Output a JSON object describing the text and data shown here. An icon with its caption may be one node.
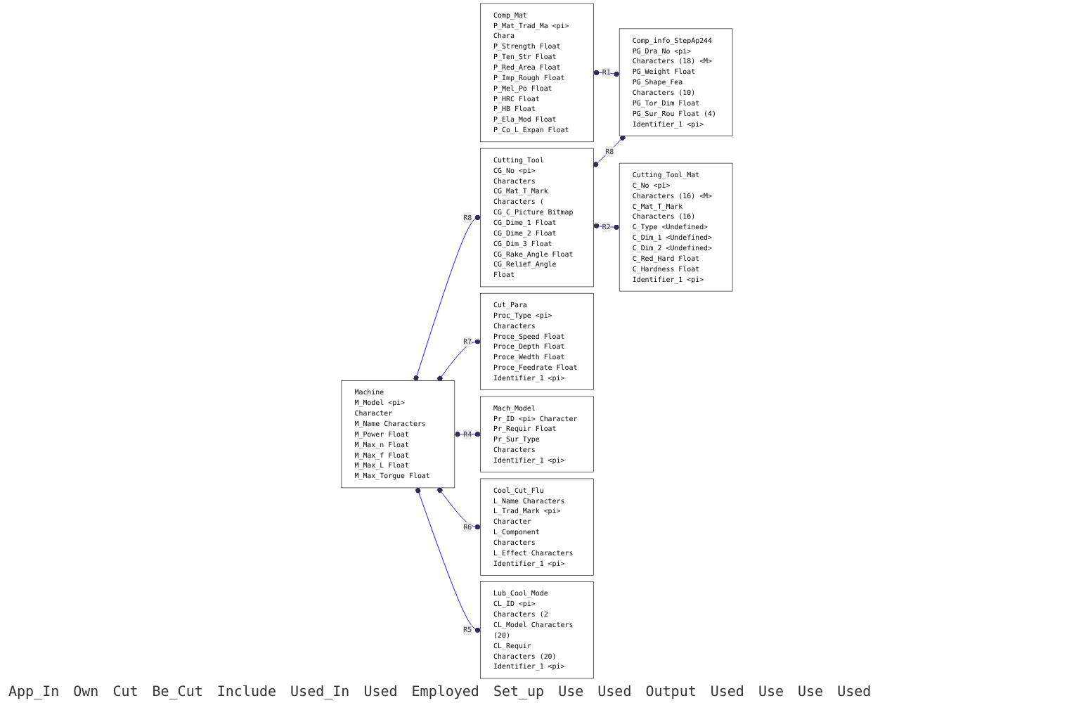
{
  "diagram": {
    "nodes": [
      {
        "text": [
          "Comp_Mat",
          "P_Mat_Trad_Ma <pi> Chara",
          "P_Strength Float",
          "P_Ten_Str Float",
          "P_Red_Area Float",
          "P_Imp_Rough Float",
          "P_Mel_Po Float",
          "P_HRC Float",
          "P_HB Float",
          "P_Ela_Mod Float",
          "P_Co_L_Expan Float"
        ]
      },
      {
        "text": [
          "Comp_info_StepAp244",
          "PG_Dra_No <pi> Characters (18) <M>",
          "PG_Weight Float",
          "PG_Shape_Fea Characters (10)",
          "PG_Tor_Dim Float",
          "PG_Sur_Rou Float (4)",
          "Identifier_1 <pi>"
        ]
      },
      {
        "text": [
          "Cutting_Tool",
          "CG_No <pi> Characters",
          "CG_Mat_T_Mark Characters (",
          "CG_C_Picture Bitmap",
          "CG_Dime_1 Float",
          "CG_Dime_2 Float",
          "CG_Dim_3 Float",
          "CG_Rake_Angle Float",
          "CG_Relief_Angle Float"
        ]
      },
      {
        "text": [
          "Cutting_Tool_Mat",
          "C_No <pi> Characters (16) <M>",
          "C_Mat_T_Mark Characters (16)",
          "C_Type <Undefined>",
          "C_Dim_1 <Undefined>",
          "C_Dim_2 <Undefined>",
          "C_Red_Hard Float",
          "C_Hardness Float",
          "Identifier_1 <pi>"
        ]
      },
      {
        "text": [
          "Cut_Para",
          "Proc_Type <pi> Characters",
          "Proce_Speed Float",
          "Proce_Depth Float",
          "Proce_Wedth Float",
          "Proce_Feedrate Float",
          "Identifier_1 <pi>"
        ]
      },
      {
        "text": [
          "Mach_Model",
          "Pr_ID <pi> Character",
          "Pr_Requir Float",
          "Pr_Sur_Type Characters",
          "Identifier_1 <pi>"
        ]
      },
      {
        "text": [
          "Machine",
          "M_Model <pi> Character",
          "M_Name Characters",
          "M_Power Float",
          "M_Max_n Float",
          "M_Max_f Float",
          "M_Max_L Float",
          "M_Max_Torgue Float"
        ]
      },
      {
        "text": [
          "Cool_Cut_Flu",
          "L_Name Characters",
          "L_Trad_Mark <pi> Character",
          "L_Component Characters",
          "L_Effect Characters",
          "Identifier_1 <pi>"
        ]
      },
      {
        "text": [
          "Lub_Cool_Mode",
          "CL_ID <pi> Characters (2",
          "CL_Model Characters (20)",
          "CL_Requir Characters (20)",
          "Identifier_1 <pi>"
        ]
      }
    ],
    "edges": [
      {
        "from": 0,
        "to": 1,
        "arrow": "other",
        "label": "R1"
      },
      {
        "from": 2,
        "to": 1,
        "arrow": "other",
        "label": "R8"
      },
      {
        "from": 2,
        "to": 3,
        "arrow": "other",
        "label": "R2"
      },
      {
        "from": 6,
        "to": 2,
        "arrow": "other",
        "label": "R8"
      },
      {
        "from": 6,
        "to": 4,
        "arrow": "other",
        "label": "R7"
      },
      {
        "from": 6,
        "to": 5,
        "arrow": "other",
        "label": "R4"
      },
      {
        "from": 6,
        "to": 7,
        "arrow": "other",
        "label": "R6"
      },
      {
        "from": 6,
        "to": 8,
        "arrow": "other",
        "label": "R5"
      }
    ],
    "labels": [
      "App_In",
      "Own",
      "Cut",
      "Be_Cut",
      "Include",
      "Used_In",
      "Used",
      "Employed",
      "Set_up",
      "Use",
      "Used",
      "Output",
      "Used",
      "Use",
      "Use",
      "Used"
    ]
  }
}
